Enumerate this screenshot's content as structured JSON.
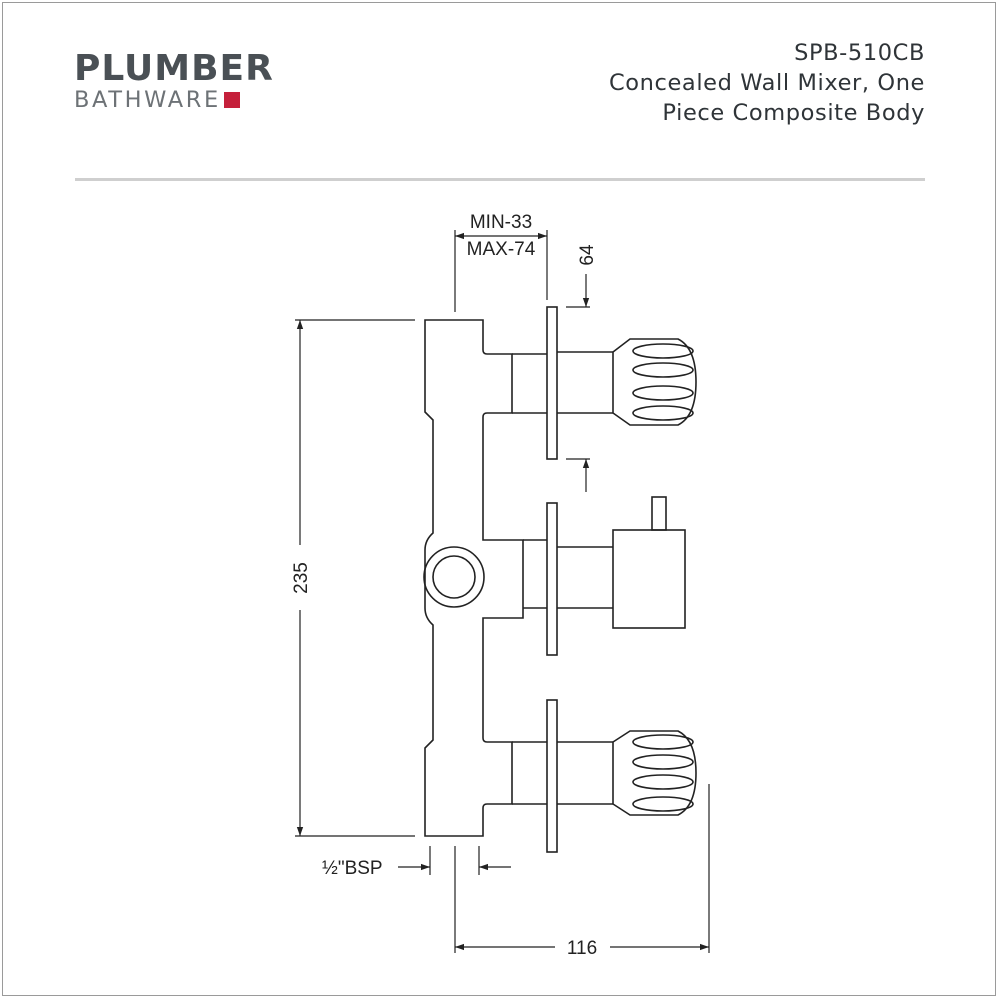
{
  "brand": {
    "name_top": "PLUMBER",
    "name_bottom": "BATHWARE",
    "accent_color": "#c5203b",
    "text_color": "#4a5055"
  },
  "product": {
    "code": "SPB-510CB",
    "description_line1": "Concealed Wall Mixer, One",
    "description_line2": "Piece Composite Body"
  },
  "dimensions": {
    "min_depth": "MIN-33",
    "max_depth": "MAX-74",
    "flange_spacing": "64",
    "height": "235",
    "inlet": "½\"BSP",
    "width": "116"
  }
}
